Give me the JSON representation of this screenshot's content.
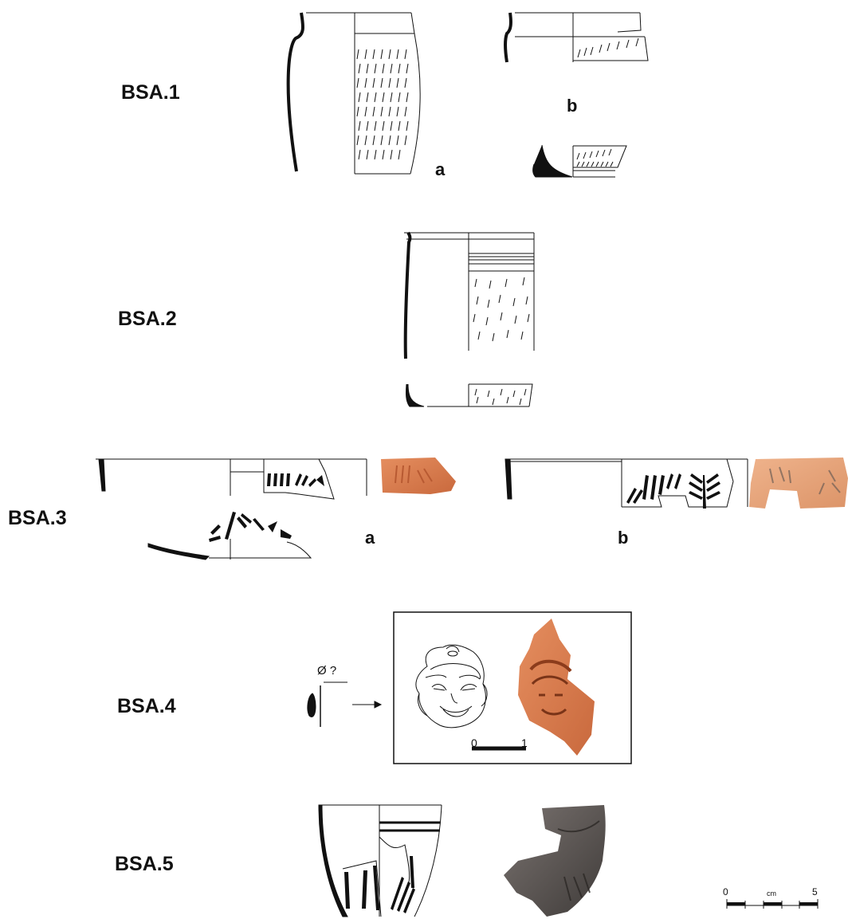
{
  "catalog": {
    "bsa1": {
      "label": "BSA.1",
      "sub_a": "a",
      "sub_b": "b"
    },
    "bsa2": {
      "label": "BSA.2"
    },
    "bsa3": {
      "label": "BSA.3",
      "sub_a": "a",
      "sub_b": "b"
    },
    "bsa4": {
      "label": "BSA.4",
      "diameter_note": "Ø ?",
      "scale_start": "0",
      "scale_end": "1"
    },
    "bsa5": {
      "label": "BSA.5"
    }
  },
  "scale_bar": {
    "start": "0",
    "unit": "cm",
    "end": "5"
  },
  "colors": {
    "ink": "#111111",
    "terracotta": "#d9784a",
    "terracotta_light": "#e8a57c",
    "grey_ware": "#5f5a57"
  }
}
